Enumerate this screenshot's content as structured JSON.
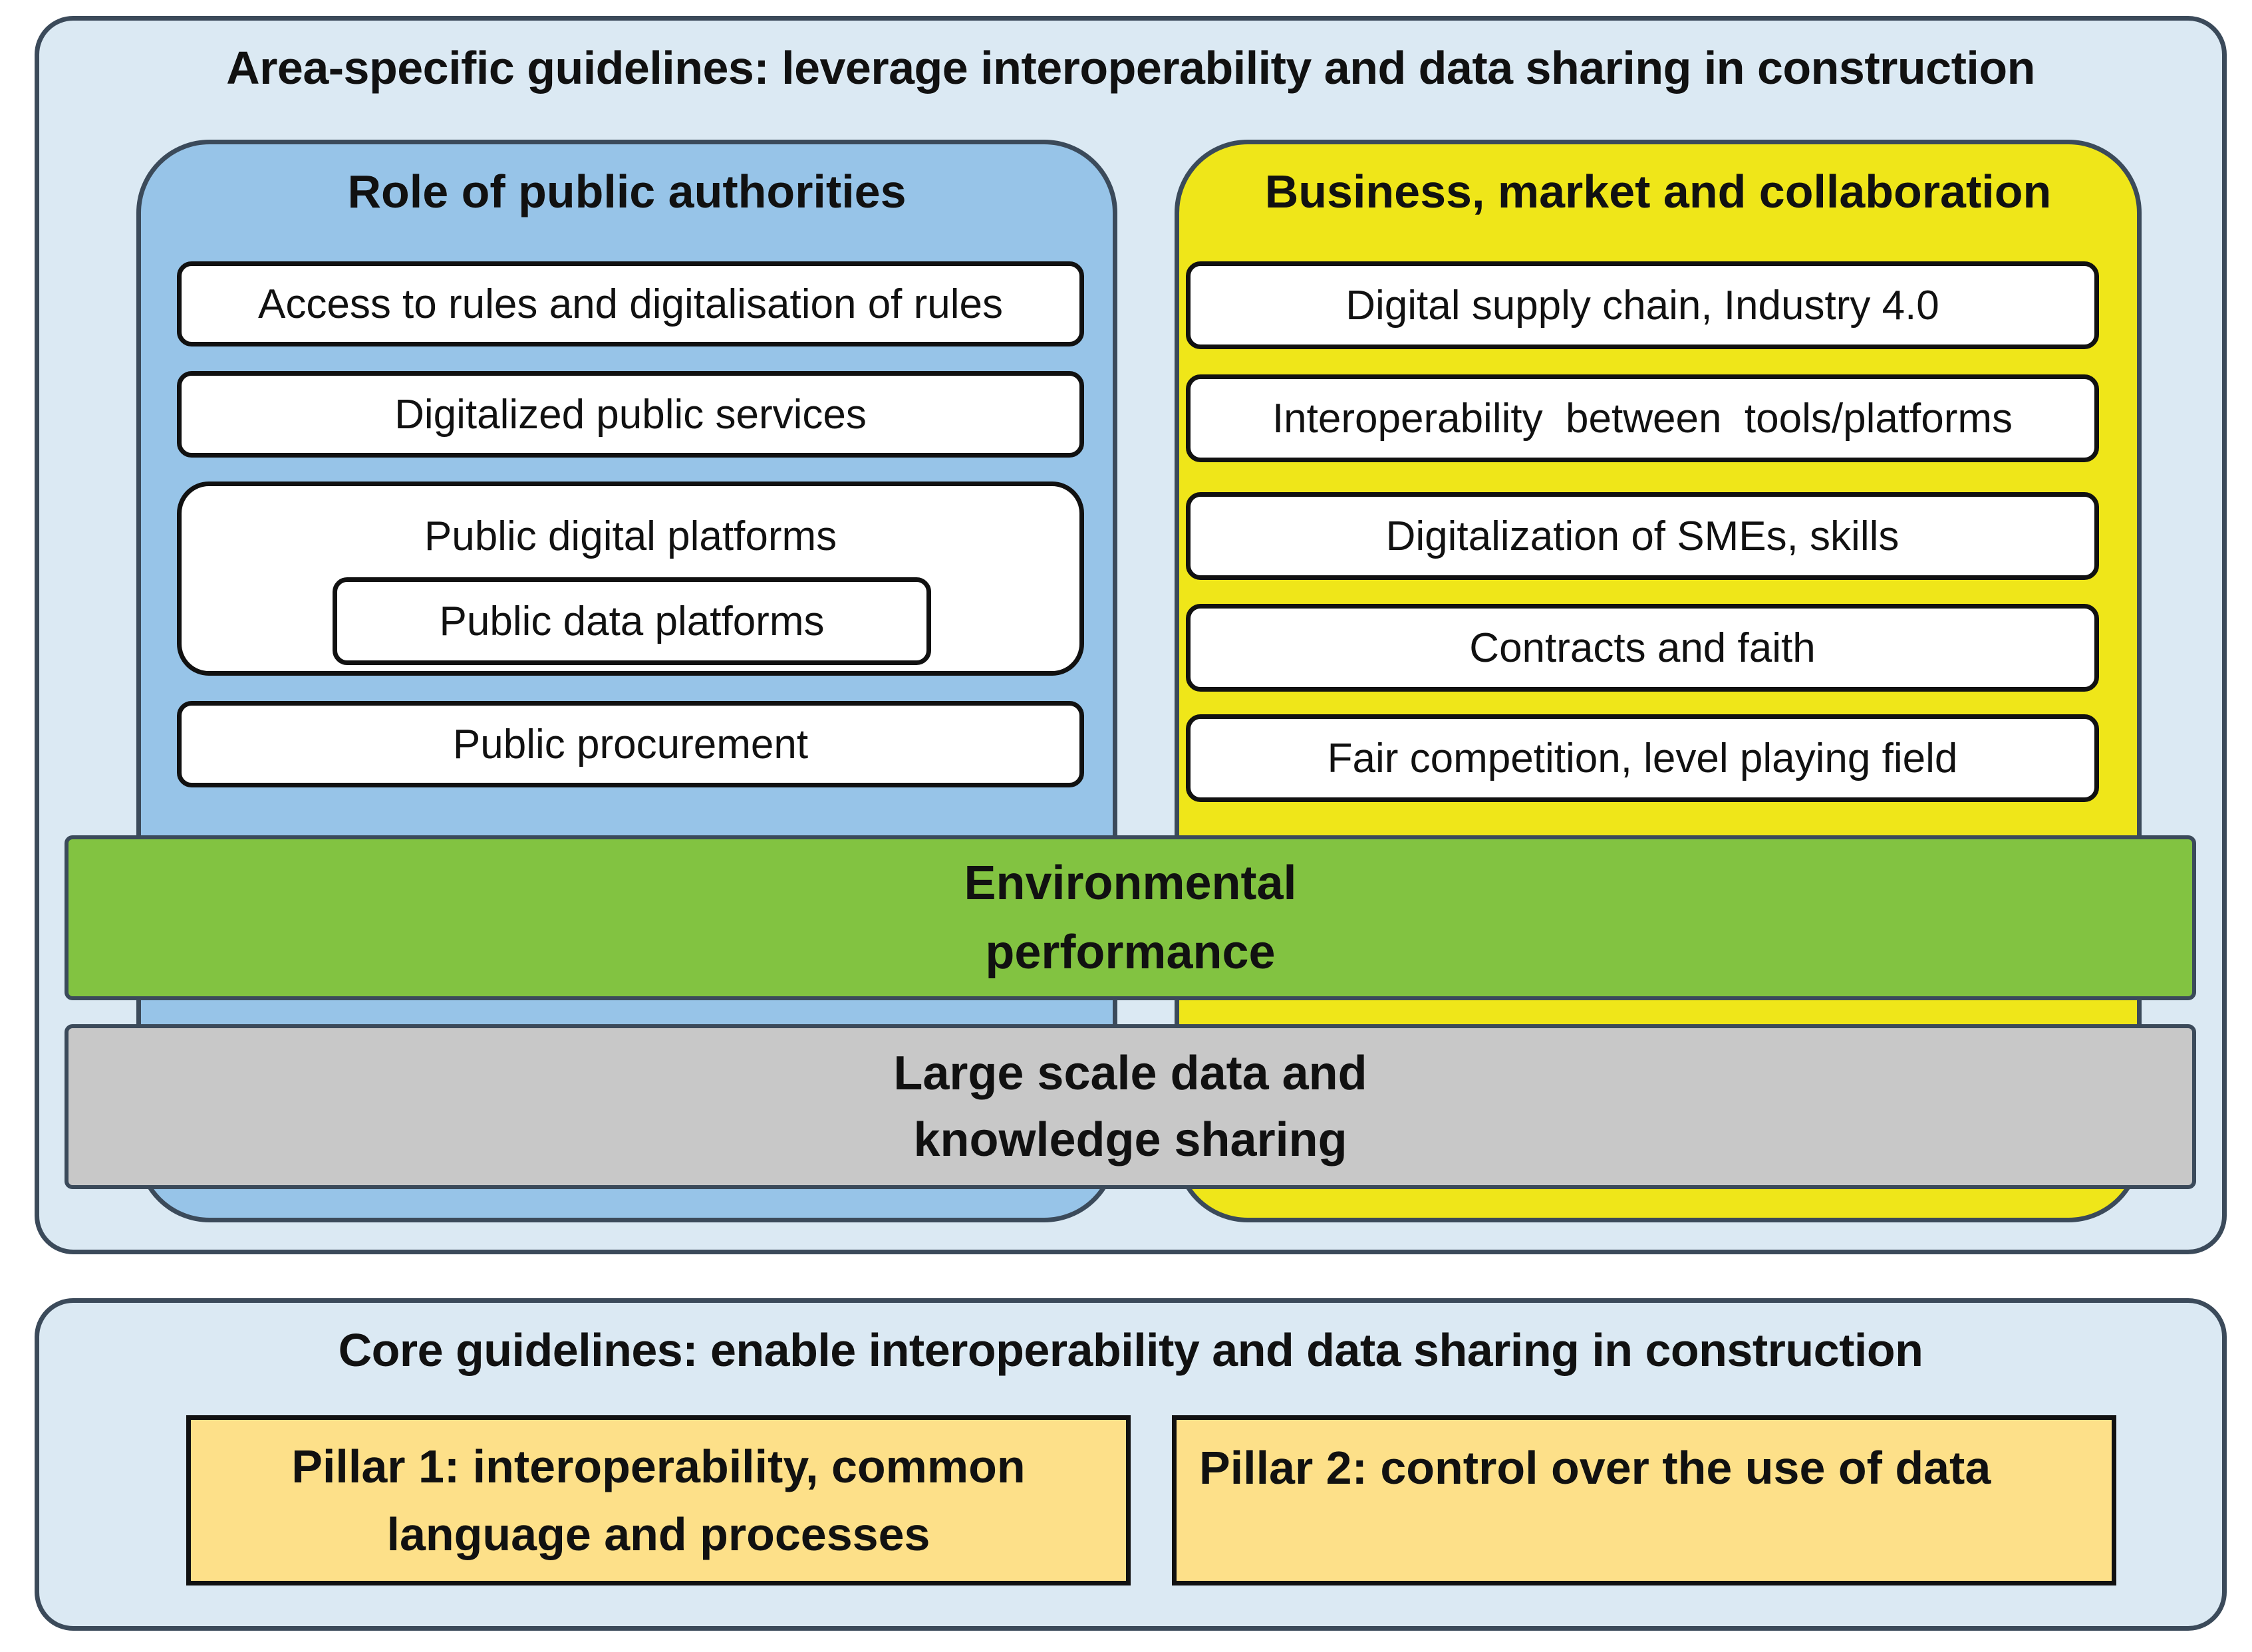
{
  "area_specific": {
    "title": "Area-specific guidelines: leverage interoperability and data sharing in construction",
    "public_authorities": {
      "title": "Role of public authorities",
      "items": [
        "Access to rules and digitalisation of rules",
        "Digitalized public services",
        "Public procurement"
      ],
      "platforms": {
        "outer": "Public digital platforms",
        "inner": "Public data platforms"
      }
    },
    "business": {
      "title": "Business, market and collaboration",
      "items": [
        "Digital supply chain, Industry 4.0",
        "Interoperability  between  tools/platforms",
        "Digitalization of SMEs, skills",
        "Contracts and faith",
        "Fair competition, level playing field"
      ]
    },
    "environmental": {
      "line1": "Environmental",
      "line2": "performance"
    },
    "data_sharing": {
      "line1": "Large scale data and",
      "line2": "knowledge sharing"
    }
  },
  "core": {
    "title": "Core guidelines: enable interoperability and data sharing in construction",
    "pillar1": {
      "line1": "Pillar 1: interoperability, common",
      "line2": "language and processes"
    },
    "pillar2": {
      "line1": "Pillar 2: control over the use of data"
    }
  },
  "colors": {
    "panel_bg": "#dbe9f3",
    "public_col": "#97c4e8",
    "business_col": "#efe619",
    "environmental": "#82c341",
    "data_sharing": "#c8c8c8",
    "pillar": "#fde089"
  }
}
